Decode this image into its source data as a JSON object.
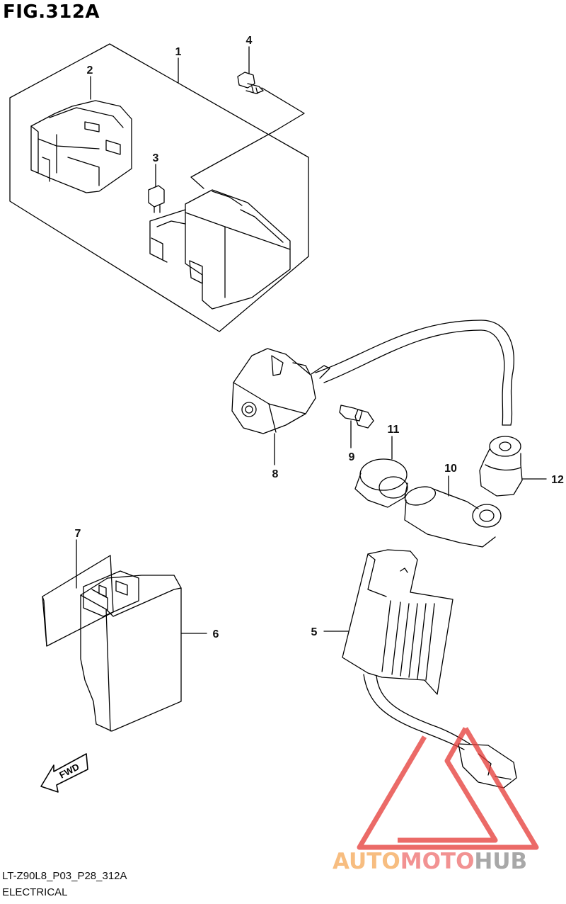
{
  "figure": {
    "title": "FIG.312A",
    "drawing_code": "LT-Z90L8_P03_P28_312A",
    "section": "ELECTRICAL"
  },
  "callouts": [
    "1",
    "2",
    "3",
    "4",
    "5",
    "6",
    "7",
    "8",
    "9",
    "10",
    "11",
    "12"
  ],
  "fwd_label": "FWD",
  "watermark": {
    "part1": "AUTO",
    "part2": "MOTO",
    "part3": "HUB",
    "colors": {
      "auto": "#f6b26b",
      "moto": "#f08080",
      "hub": "#999999",
      "logo": "#e53935"
    }
  }
}
